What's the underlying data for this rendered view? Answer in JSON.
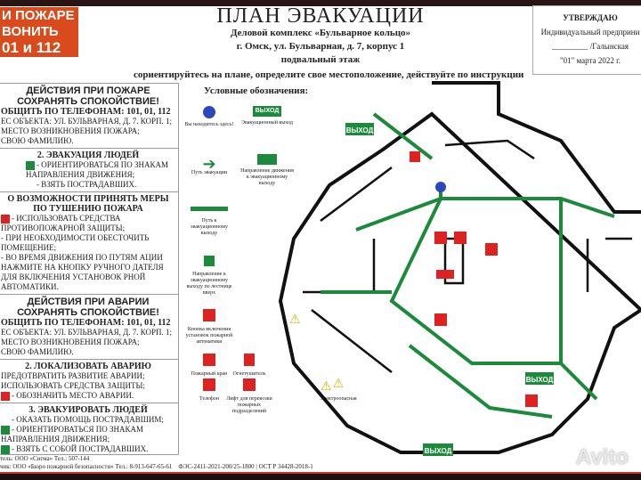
{
  "header": {
    "alert_lines": [
      "И ПОЖАРЕ",
      "ВОНИТЬ",
      "01 и 112"
    ],
    "title": "ПЛАН ЭВАКУАЦИИ",
    "subtitle": "Деловой комплекс «Бульварное кольцо»",
    "address": "г. Омск, ул. Бульварная, д. 7, корпус 1",
    "floor": "подвальный этаж",
    "orient": "сориентируйтесь на плане, определите свое местоположение, действуйте по инструкции"
  },
  "approve": {
    "title": "УТВЕРЖДАЮ",
    "line1": "Индивидуальный предприни",
    "line2": "_________ /Галынская",
    "date": "\"01\" марта 2022 г."
  },
  "fire": {
    "heading": "ДЕЙСТВИЯ ПРИ ПОЖАРЕ",
    "calm": "СОХРАНЯТЬ СПОКОЙСТВИЕ!",
    "call": "ОБЩИТЬ ПО ТЕЛЕФОНАМ: 101, 01, 112",
    "items": [
      "ЕС ОБЪЕКТА: УЛ. БУЛЬВАРНАЯ, Д. 7. КОРП. 1;",
      "МЕСТО ВОЗНИКНОВЕНИЯ ПОЖАРА;",
      "СВОЮ ФАМИЛИЮ."
    ],
    "s2": "2. ЭВАКУАЦИЯ ЛЮДЕЙ",
    "s2_items": [
      "- ОРИЕНТИРОВАТЬСЯ ПО ЗНАКАМ НАПРАВЛЕНИЯ ДВИЖЕНИЯ;",
      "- ВЗЯТЬ ПОСТРАДАВШИХ."
    ],
    "s3": "О ВОЗМОЖНОСТИ ПРИНЯТЬ МЕРЫ ПО ТУШЕНИЮ ПОЖАРА",
    "s3_items": [
      "- ИСПОЛЬЗОВАТЬ СРЕДСТВА ПРОТИВОПОЖАРНОЙ ЗАЩИТЫ;",
      "- ПРИ НЕОБХОДИМОСТИ ОБЕСТОЧИТЬ ПОМЕЩЕНИЕ;",
      "- ВО ВРЕМЯ ДВИЖЕНИЯ ПО ПУТЯМ АЦИИ НАЖМИТЕ НА КНОПКУ РУЧНОГО ДАТЕЛЯ ДЛЯ ВКЛЮЧЕНИЯ УСТАНОВОК РНОЙ АВТОМАТИКИ."
    ]
  },
  "accident": {
    "heading": "ДЕЙСТВИЯ ПРИ АВАРИИ",
    "calm": "СОХРАНЯТЬ СПОКОЙСТВИЕ!",
    "call": "ОБЩИТЬ ПО ТЕЛЕФОНАМ: 101, 01, 112",
    "items": [
      "ЕС ОБЪЕКТА: УЛ. БУЛЬВАРНАЯ, Д. 7. КОРП. 1;",
      "МЕСТО ВОЗНИКНОВЕНИЯ ПОЖАРА;",
      "СВОЮ ФАМИЛИЮ."
    ],
    "s2": "2. ЛОКАЛИЗОВАТЬ АВАРИЮ",
    "s2_items": [
      "ПРЕДОТВРАТИТЬ РАЗВИТИЕ АВАРИИ;",
      "ИСПОЛЬЗОВАТЬ СРЕДСТВА ЗАЩИТЫ;",
      "- ОБОЗНАЧИТЬ МЕСТО АВАРИИ."
    ],
    "s3": "3. ЭВАКУИРОВАТЬ ЛЮДЕЙ",
    "s3_items": [
      "- ОКАЗАТЬ ПОМОЩЬ ПОСТРАДАВШИМ;",
      "- ОРИЕНТИРОВАТЬСЯ ПО ЗНАКАМ НАПРАВЛЕНИЯ ДВИЖЕНИЯ;",
      "- ВЗЯТЬ С СОБОЙ ПОСТРАДАВШИХ."
    ]
  },
  "legend": {
    "title": "Условные обозначения:",
    "exit_sign": "ВЫХОД",
    "items": [
      "Вы находитесь здесь!",
      "Эвакуационный выход",
      "Путь эвакуации",
      "Направление движения к эвакуационному выходу",
      "Путь к эвакуационному выходу",
      "Направление к эвакуационному выходу по лестнице вверх",
      "Кнопка включения установок пожарной автоматики",
      "Пожарный кран",
      "Огнетушитель",
      "Телефон",
      "Лифт для перевозки пожарных подразделений",
      "Электроопасная"
    ]
  },
  "plan": {
    "exit_labels": [
      "ВЫХОД",
      "ВЫХОД",
      "ВЫХОД"
    ]
  },
  "footer": {
    "line1": "тель: ООО «Сигма» Тел.: 507-144",
    "line2": "чик: ООО «Бюро пожарной безопасности» Тел.: 8-913-647-65-61",
    "cert": "ФЭС-2411-2021-200/25-1800 | ОСТ Р 34428-2018-1"
  },
  "watermark": "Avito",
  "colors": {
    "green": "#1b8a3a",
    "red": "#d22020",
    "alert": "#d94a1c",
    "blue": "#2a47c0"
  }
}
